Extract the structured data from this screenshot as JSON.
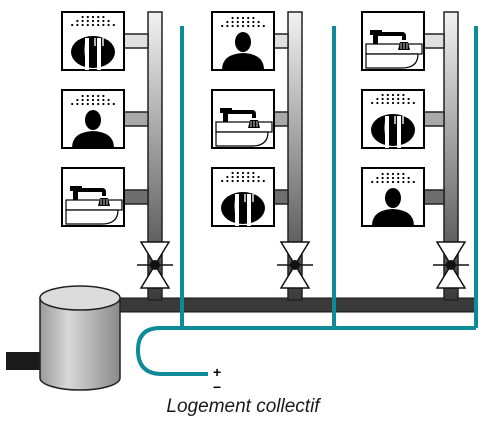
{
  "caption": "Logement collectif",
  "polarity": {
    "plus": "+",
    "minus": "−"
  },
  "colors": {
    "supply_pipe": "#0f8a98",
    "main_pipe": "#333333",
    "tank_fill": "#bdbdbd",
    "icon_background": "#ffffff",
    "icon_figure": "#000000"
  },
  "columns": [
    {
      "name": "column-left",
      "fixtures": [
        "shower-knife-fork-icon",
        "shower-person-icon",
        "faucet-sink-icon"
      ]
    },
    {
      "name": "column-middle",
      "fixtures": [
        "shower-person-icon",
        "faucet-sink-icon",
        "shower-knife-fork-icon"
      ]
    },
    {
      "name": "column-right",
      "fixtures": [
        "faucet-sink-icon",
        "shower-knife-fork-icon",
        "shower-person-icon"
      ]
    }
  ]
}
